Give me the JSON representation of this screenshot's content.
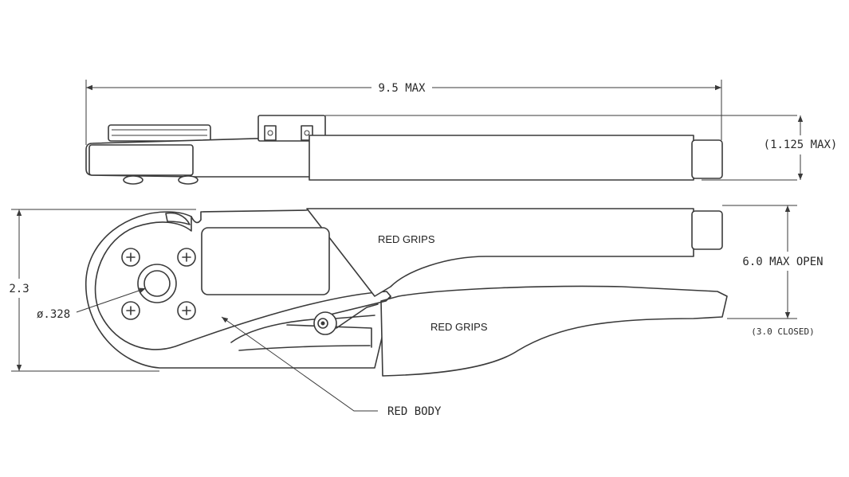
{
  "dimensions": {
    "overall_length": "9.5 MAX",
    "height": "(1.125 MAX)",
    "width": "2.3",
    "hole_diameter": "ø.328",
    "open_span": "6.0 MAX OPEN",
    "closed_span": "(3.0 CLOSED)"
  },
  "callouts": {
    "grips_upper": "RED GRIPS",
    "grips_lower": "RED GRIPS",
    "body": "RED BODY"
  },
  "colors": {
    "line": "#3a3a3a",
    "background": "#ffffff"
  }
}
